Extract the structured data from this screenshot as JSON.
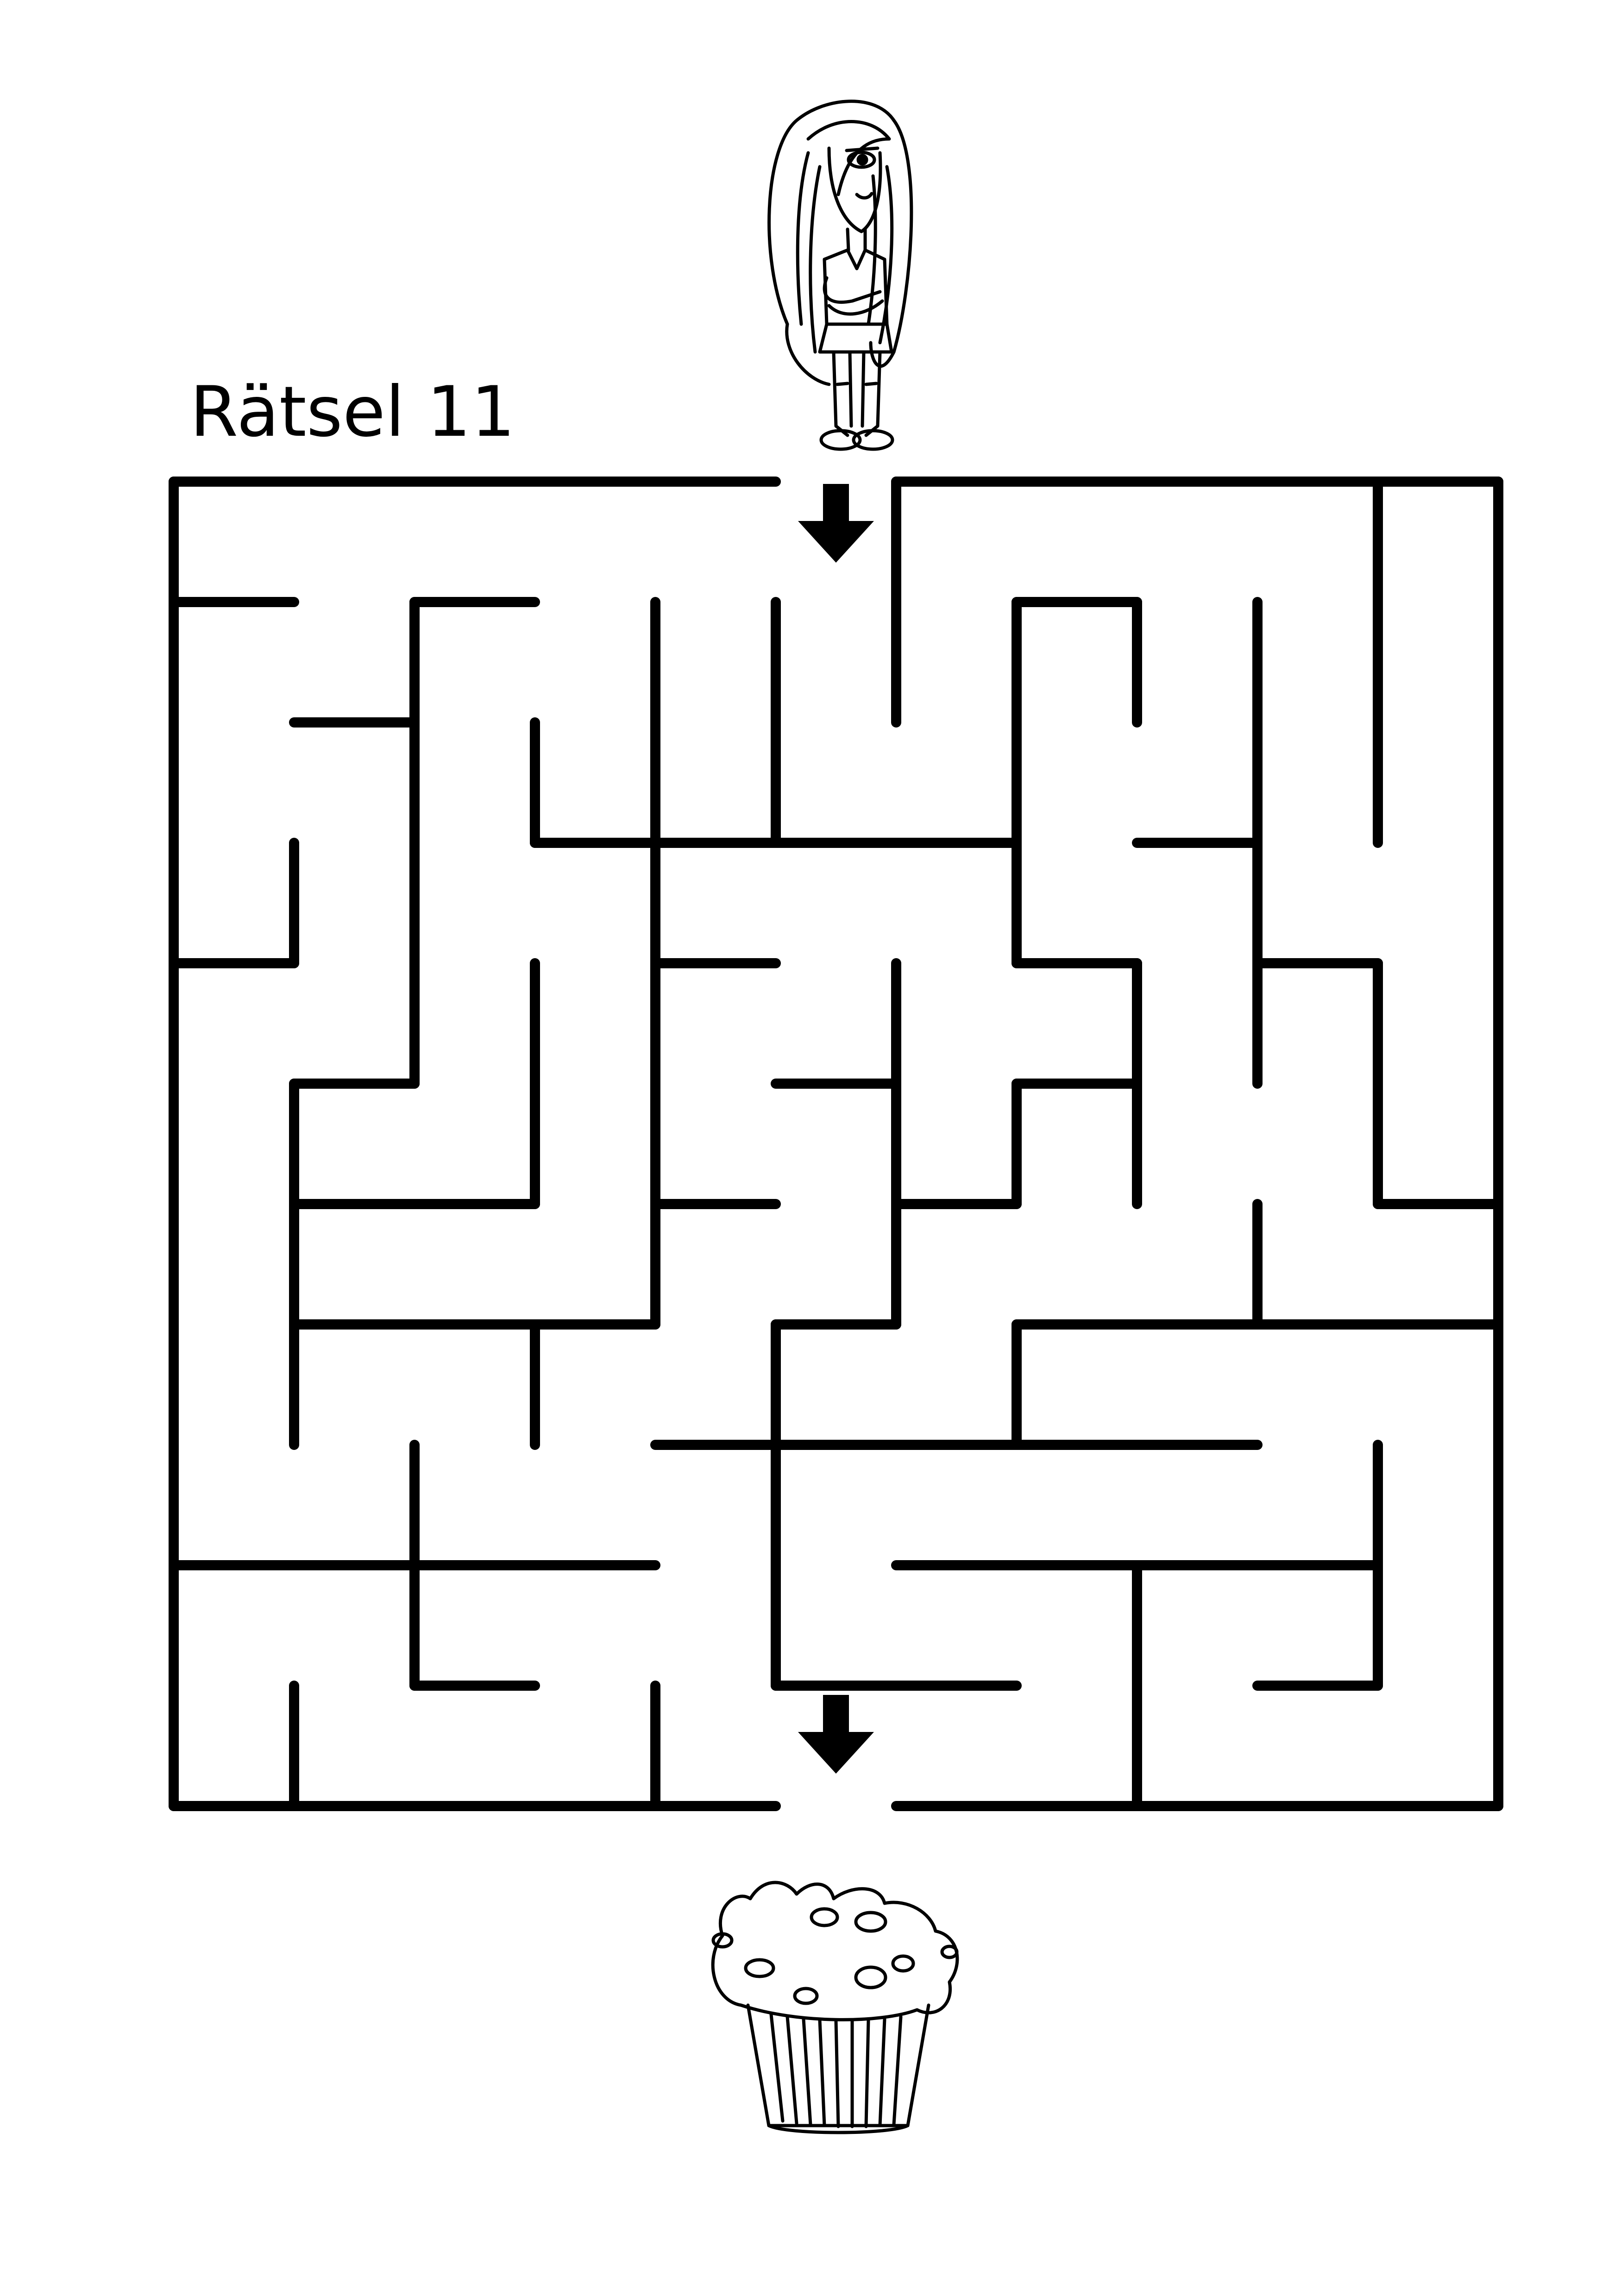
{
  "puzzle": {
    "title": "Rätsel 11"
  },
  "maze": {
    "cols": 11,
    "rows": 11,
    "entrance": {
      "side": "top",
      "column": 6
    },
    "exit": {
      "side": "bottom",
      "column": 6
    },
    "wall_color": "#000000",
    "arrow_color": "#000000"
  },
  "characters": {
    "start": {
      "name": "girl",
      "icon": "girl-figure"
    },
    "goal": {
      "name": "muffin",
      "icon": "muffin"
    }
  }
}
